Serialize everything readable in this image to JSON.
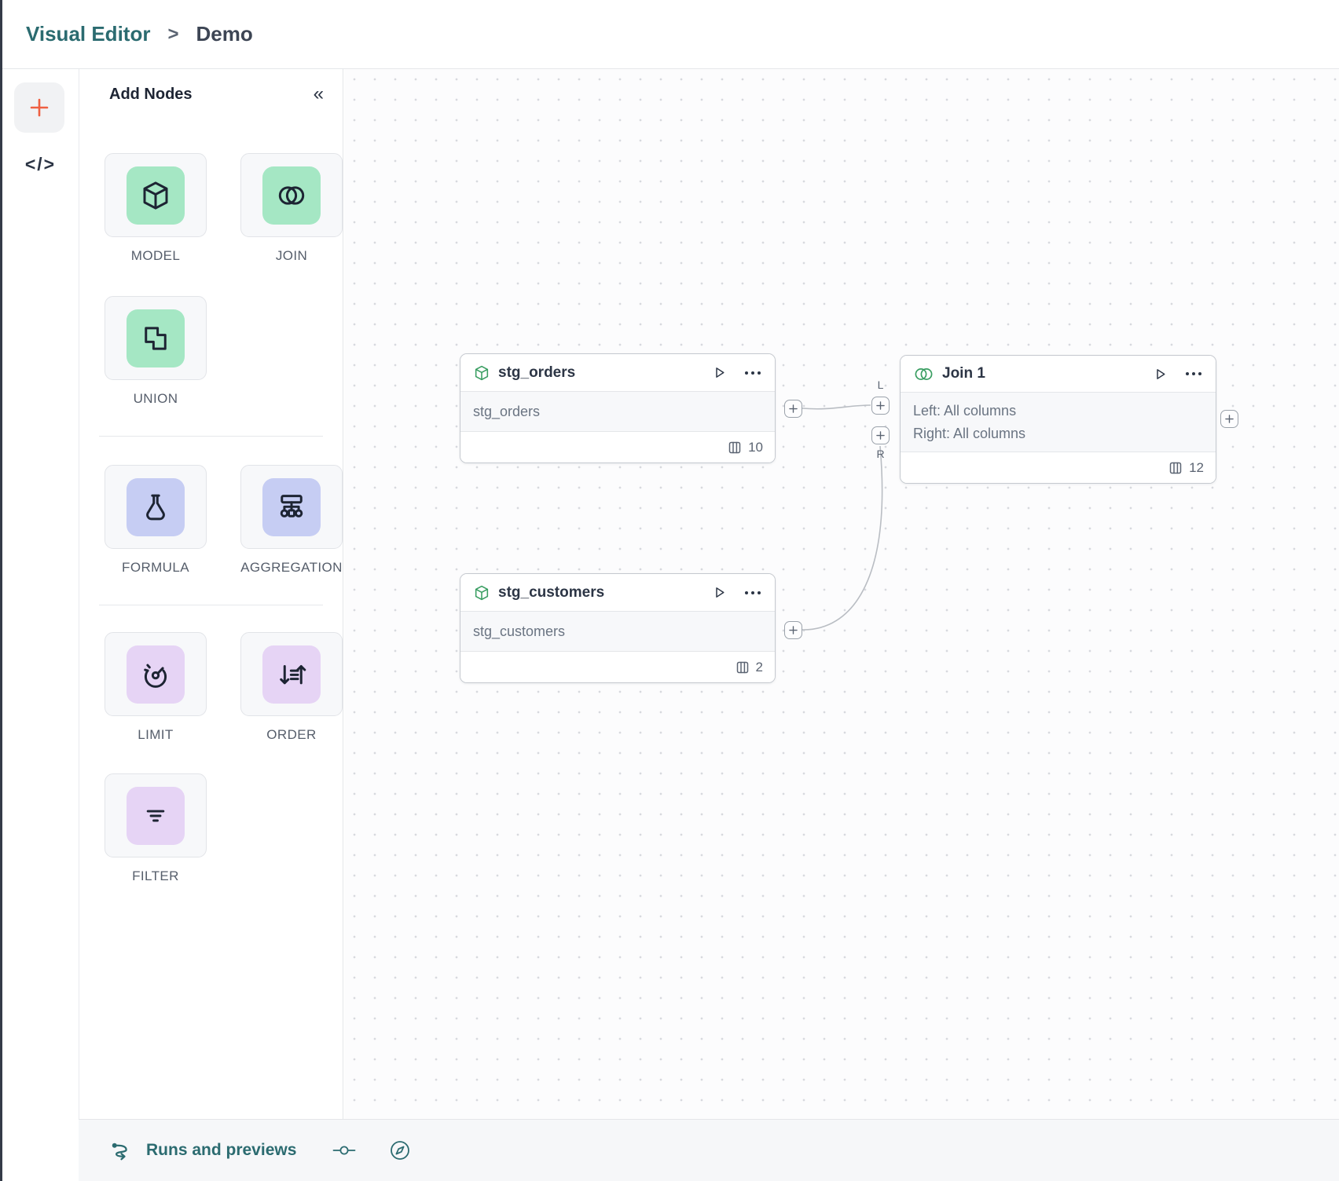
{
  "header": {
    "breadcrumb_primary": "Visual Editor",
    "breadcrumb_separator": ">",
    "breadcrumb_current": "Demo"
  },
  "rail": {
    "code_glyph": "</>"
  },
  "palette": {
    "title": "Add Nodes",
    "collapse_glyph": "«",
    "items": {
      "model": "MODEL",
      "join": "JOIN",
      "union": "UNION",
      "formula": "FORMULA",
      "aggregation": "AGGREGATION",
      "limit": "LIMIT",
      "order": "ORDER",
      "filter": "FILTER"
    }
  },
  "canvas": {
    "nodes": {
      "stg_orders": {
        "title": "stg_orders",
        "subtitle": "stg_orders",
        "column_count": "10"
      },
      "stg_customers": {
        "title": "stg_customers",
        "subtitle": "stg_customers",
        "column_count": "2"
      },
      "join": {
        "title": "Join 1",
        "left_line": "Left: All columns",
        "right_line": "Right: All columns",
        "column_count": "12",
        "left_port_label": "L",
        "right_port_label": "R"
      }
    }
  },
  "bottom_bar": {
    "runs_label": "Runs and previews"
  },
  "icons": {
    "rail_add": "plus-icon",
    "model": "cube-icon",
    "join": "venn-circles-icon",
    "union": "merged-squares-icon",
    "formula": "flask-icon",
    "aggregation": "tree-icon",
    "limit": "gauge-icon",
    "order": "sort-arrows-icon",
    "filter": "filter-lines-icon",
    "node_run": "play-icon",
    "node_menu": "ellipsis-icon",
    "column_count": "columns-icon",
    "runs": "route-icon",
    "commit": "git-commit-icon",
    "compass": "compass-icon"
  },
  "colors": {
    "accent_teal": "#2b6b70",
    "accent_orange": "#ef5f41",
    "palette_green": "#a5e7c4",
    "palette_periwinkle": "#c6cdf3",
    "palette_lavender": "#e6d4f5",
    "node_icon_green": "#3a9e62"
  }
}
